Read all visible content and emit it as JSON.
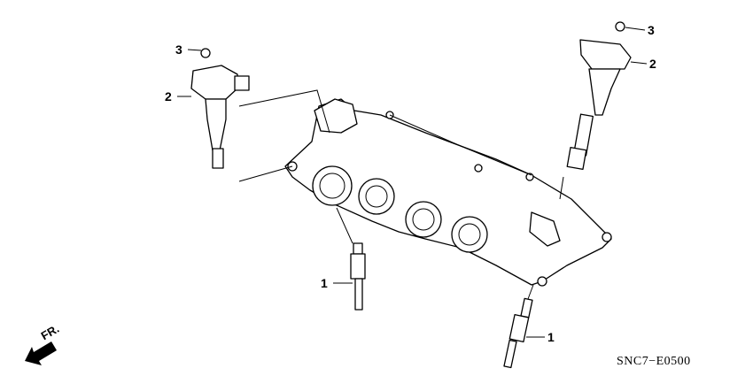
{
  "diagram": {
    "callouts": [
      {
        "ref": "3",
        "part": "bolt"
      },
      {
        "ref": "2",
        "part": "ignition-coil"
      },
      {
        "ref": "3",
        "part": "bolt"
      },
      {
        "ref": "2",
        "part": "ignition-coil"
      },
      {
        "ref": "1",
        "part": "spark-plug"
      },
      {
        "ref": "1",
        "part": "spark-plug"
      }
    ],
    "diagram_code": "SNC7−E0500",
    "front_indicator": "FR.",
    "front_icon": "arrow-down-left-icon"
  }
}
